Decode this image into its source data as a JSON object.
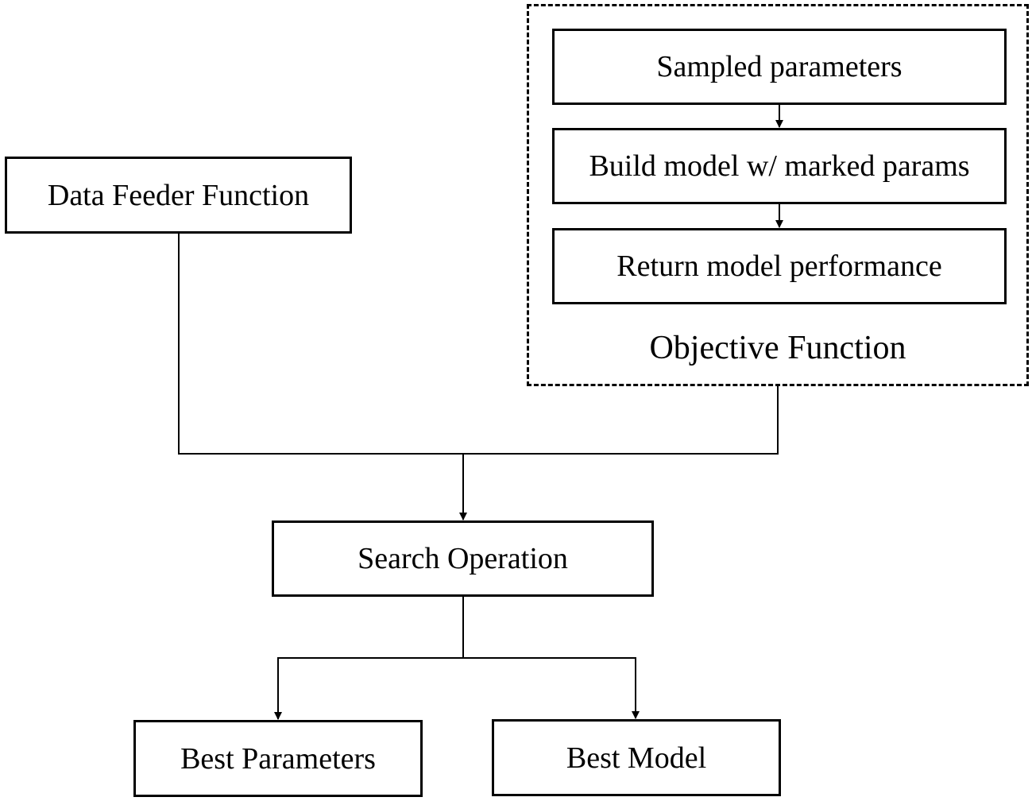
{
  "diagram": {
    "nodes": {
      "sampled_parameters": "Sampled parameters",
      "build_model": "Build model w/ marked params",
      "return_performance": "Return model performance",
      "data_feeder": "Data Feeder Function",
      "search_operation": "Search Operation",
      "best_parameters": "Best Parameters",
      "best_model": "Best Model"
    },
    "groups": {
      "objective_function": "Objective Function"
    },
    "edges": [
      {
        "from": "sampled_parameters",
        "to": "build_model"
      },
      {
        "from": "build_model",
        "to": "return_performance"
      },
      {
        "from": "data_feeder",
        "to": "search_operation"
      },
      {
        "from": "objective_function",
        "to": "search_operation"
      },
      {
        "from": "search_operation",
        "to": "best_parameters"
      },
      {
        "from": "search_operation",
        "to": "best_model"
      }
    ],
    "colors": {
      "stroke": "#000000",
      "background": "#ffffff"
    }
  }
}
